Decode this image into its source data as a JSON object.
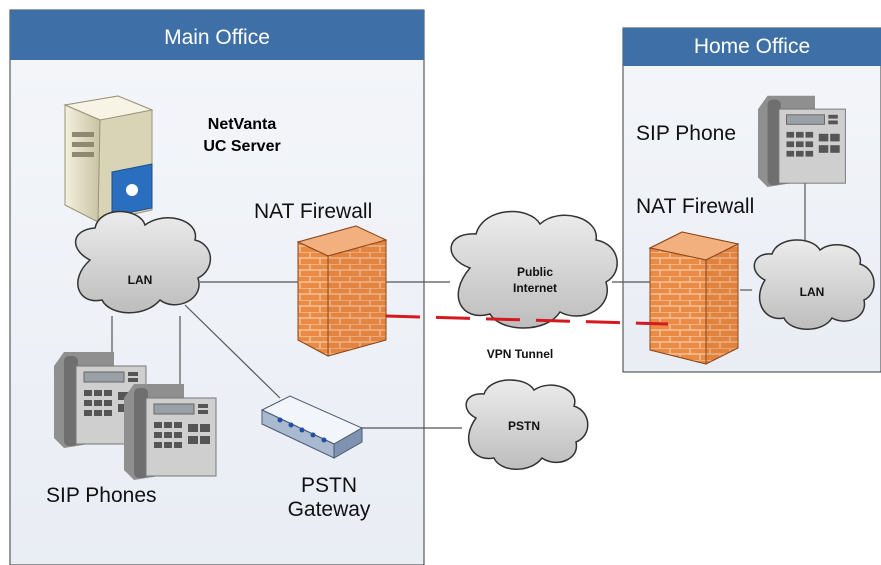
{
  "main_office": {
    "title": "Main Office"
  },
  "home_office": {
    "title": "Home Office"
  },
  "server": {
    "label_line1": "NetVanta",
    "label_line2": "UC Server"
  },
  "main_firewall": {
    "label": "NAT Firewall"
  },
  "home_firewall": {
    "label": "NAT Firewall"
  },
  "main_lan": {
    "label": "LAN"
  },
  "home_lan": {
    "label": "LAN"
  },
  "internet": {
    "label_line1": "Public",
    "label_line2": "Internet"
  },
  "pstn_cloud": {
    "label": "PSTN"
  },
  "vpn": {
    "label": "VPN Tunnel"
  },
  "sip_phones": {
    "label": "SIP Phones"
  },
  "home_sip_phone": {
    "label": "SIP Phone"
  },
  "gateway": {
    "label_line1": "PSTN",
    "label_line2": "Gateway"
  },
  "colors": {
    "box_header": "#3e6fa6",
    "box_body": "#eef1f6",
    "firewall": "#e07a3a",
    "vpn_line": "#d6191e",
    "cloud": "#d2d2d2"
  }
}
